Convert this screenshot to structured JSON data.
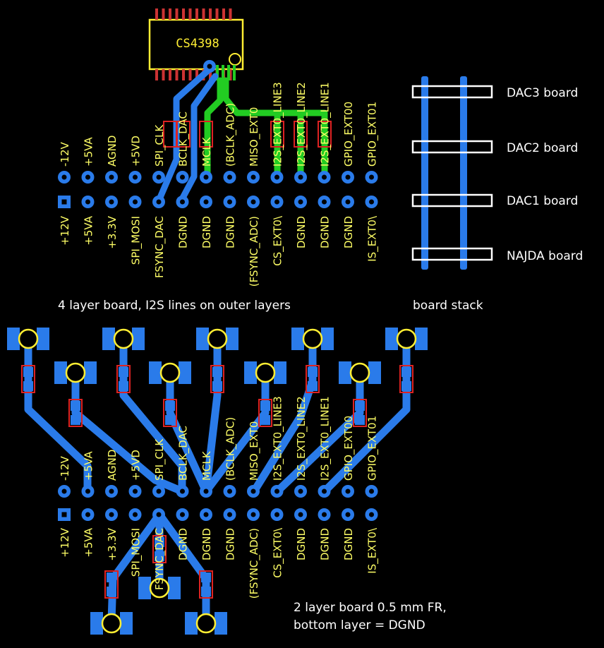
{
  "chip": {
    "name": "CS4398"
  },
  "top_row_labels": [
    "-12V",
    "+5VA",
    "AGND",
    "+5VD",
    "SPI_CLK",
    "BCLK_DAC",
    "MCLK",
    "(BCLK_ADC)",
    "MISO_EXT0",
    "I2S_EXT0_LINE3",
    "I2S_EXT0_LINE2",
    "I2S_EXT0_LINE1",
    "GPIO_EXT00",
    "GPIO_EXT01"
  ],
  "bottom_row_labels": [
    "+12V",
    "+5VA",
    "+3.3V",
    "SPI_MOSI",
    "FSYNC_DAC",
    "DGND",
    "DGND",
    "DGND",
    "(FSYNC_ADC)",
    "CS_EXT0\\",
    "DGND",
    "DGND",
    "DGND",
    "IS_EXT0\\"
  ],
  "captions": {
    "four_layer": "4 layer board, I2S lines on outer layers",
    "board_stack": "board stack",
    "two_layer_line1": "2 layer board 0.5 mm FR,",
    "two_layer_line2": "bottom layer = DGND"
  },
  "stack_boards": [
    "DAC3 board",
    "DAC2 board",
    "DAC1 board",
    "NAJDA board"
  ],
  "colors": {
    "trace_blue": "#2a7bea",
    "trace_green": "#22cc22",
    "label_yellow": "#ffff66",
    "pad_outline_yellow": "#ffee33",
    "resistor_red": "#dd2222",
    "background": "#000000"
  }
}
